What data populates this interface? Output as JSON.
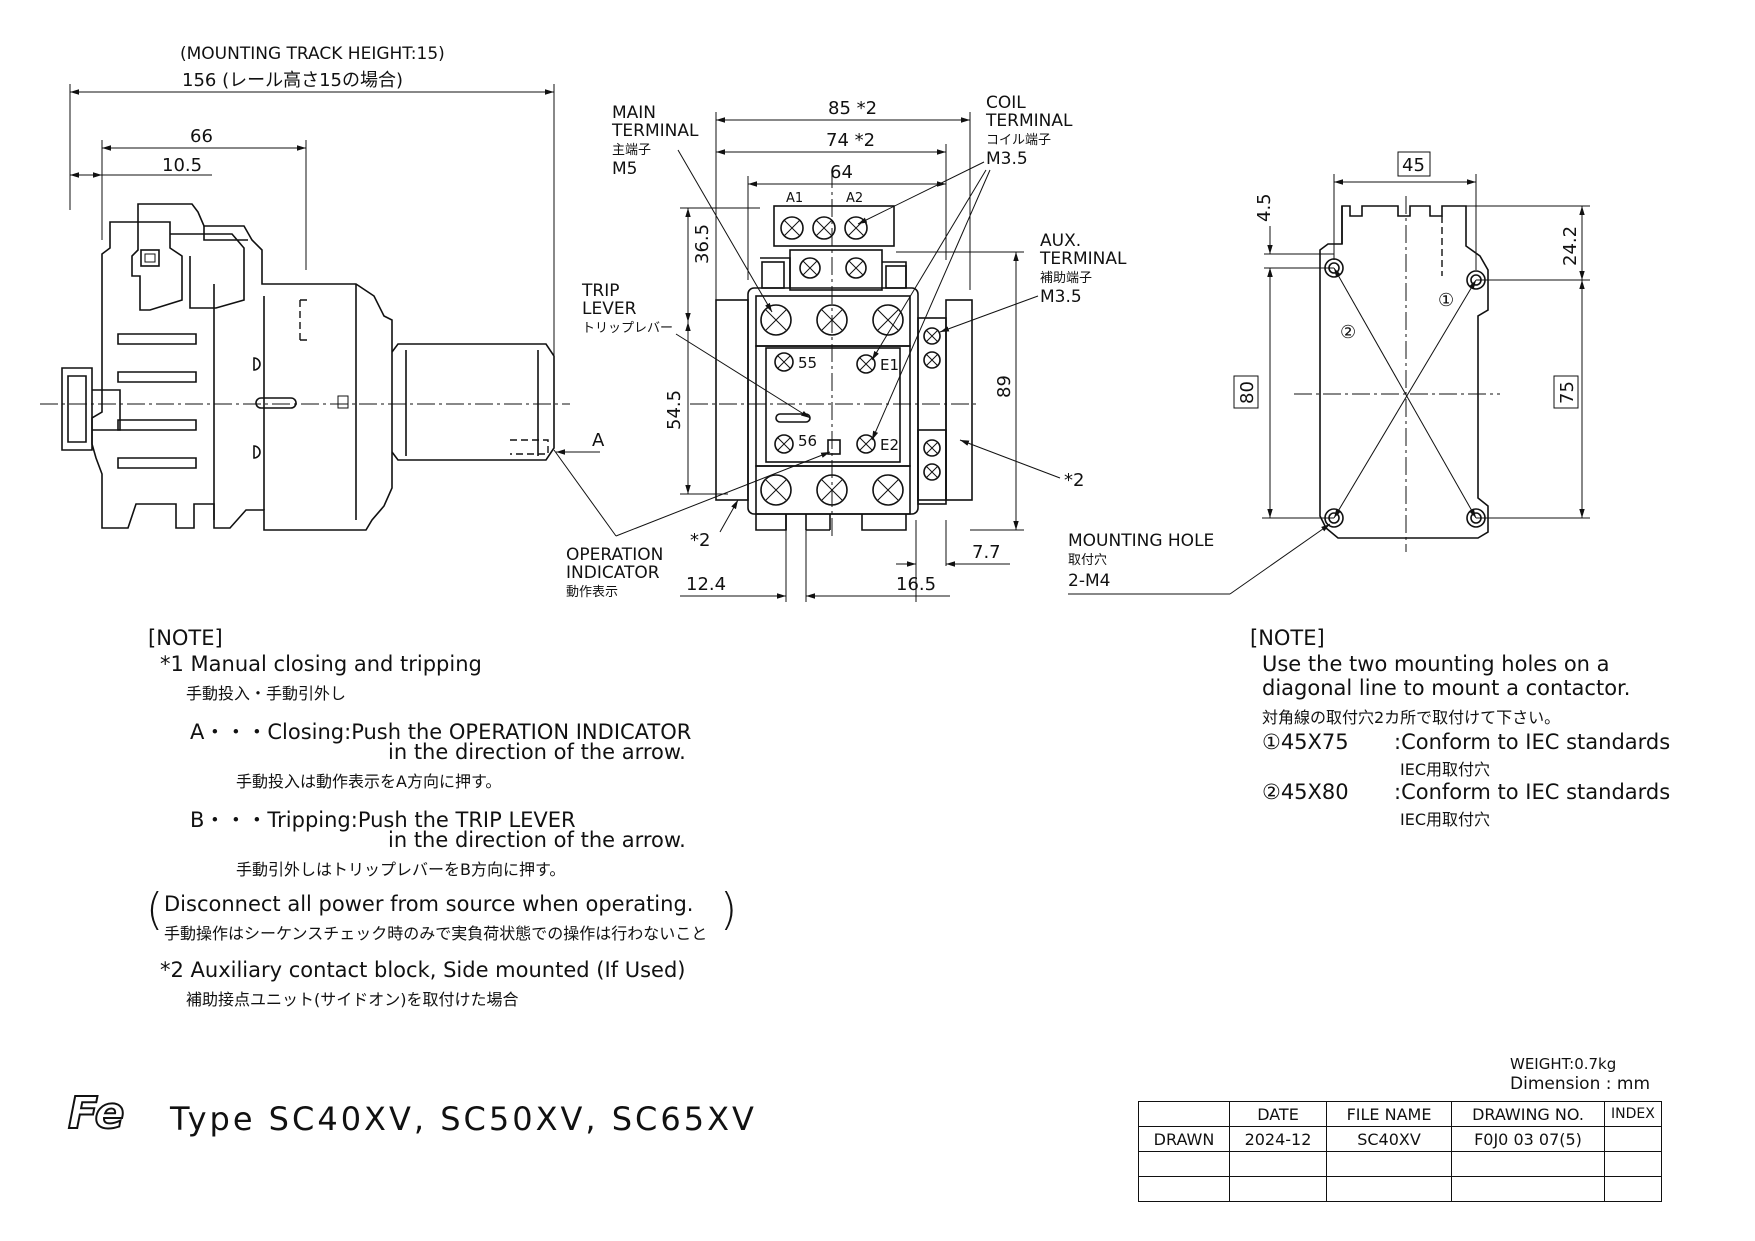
{
  "front_view": {
    "track_note": "(MOUNTING TRACK HEIGHT:15)",
    "track_dim_jp": "156 (レール高さ15の場合)",
    "dim_66": "66",
    "dim_10_5": "10.5",
    "arrow_a": "A"
  },
  "side_view": {
    "dim_85": "85 *2",
    "dim_74": "74 *2",
    "dim_64": "64",
    "dim_36_5": "36.5",
    "dim_54_5": "54.5",
    "dim_89": "89",
    "dim_12_4": "12.4",
    "dim_16_5": "16.5",
    "dim_7_7": "7.7",
    "terminal_a1": "A1",
    "terminal_a2": "A2",
    "terminal_55": "55",
    "terminal_56": "56",
    "terminal_e1": "E1",
    "terminal_e2": "E2",
    "star2_right": "*2",
    "star2_bottom": "*2",
    "main_terminal": [
      "MAIN",
      "TERMINAL",
      "主端子",
      "M5"
    ],
    "coil_terminal": [
      "COIL",
      "TERMINAL",
      "コイル端子",
      "M3.5"
    ],
    "aux_terminal": [
      "AUX.",
      "TERMINAL",
      "補助端子",
      "M3.5"
    ],
    "trip_lever": [
      "TRIP",
      "LEVER",
      "トリップレバー"
    ],
    "operation_indicator": [
      "OPERATION",
      "INDICATOR",
      "動作表示"
    ]
  },
  "mount_view": {
    "dim_45": "45",
    "dim_4_5": "4.5",
    "dim_24_2": "24.2",
    "dim_80": "80",
    "dim_75": "75",
    "hole_1": "①",
    "hole_2": "②",
    "mounting_hole": [
      "MOUNTING HOLE",
      "取付穴",
      "2-M4"
    ]
  },
  "note_left": {
    "header": "[NOTE]",
    "n1": "*1 Manual closing and tripping",
    "n1_jp": "手動投入・手動引外し",
    "a1": "A・・・Closing:Push the OPERATION INDICATOR",
    "a2": "in the direction of the arrow.",
    "a_jp": "手動投入は動作表示をA方向に押す。",
    "b1": "B・・・Tripping:Push the TRIP LEVER",
    "b2": "in the direction of the arrow.",
    "b_jp": "手動引外しはトリップレバーをB方向に押す。",
    "warn": "Disconnect all power from source when operating.",
    "warn_jp": "手動操作はシーケンスチェック時のみで実負荷状態での操作は行わないこと",
    "n2": "*2 Auxiliary contact block, Side mounted (If Used)",
    "n2_jp": "補助接点ユニット(サイドオン)を取付けた場合"
  },
  "note_right": {
    "header": "[NOTE]",
    "l1": "Use the two mounting holes on a",
    "l2": "diagonal line to mount a contactor.",
    "l3_jp": "対角線の取付穴2カ所で取付けて下さい。",
    "r1": "①45X75",
    "r1_desc": ":Conform to IEC standards",
    "r1_jp": "IEC用取付穴",
    "r2": "②45X80",
    "r2_desc": ":Conform to IEC standards",
    "r2_jp": "IEC用取付穴"
  },
  "title_block": {
    "logo": "Fe",
    "type": "Type  SC40XV, SC50XV, SC65XV",
    "weight": "WEIGHT:0.7kg",
    "dimension": "Dimension : mm",
    "h_date": "DATE",
    "h_file": "FILE NAME",
    "h_drawing": "DRAWING NO.",
    "h_index": "INDEX",
    "row_label": "DRAWN",
    "date": "2024-12",
    "file": "SC40XV",
    "drawing_no": "F0J0 03 07(5)",
    "index": ""
  }
}
